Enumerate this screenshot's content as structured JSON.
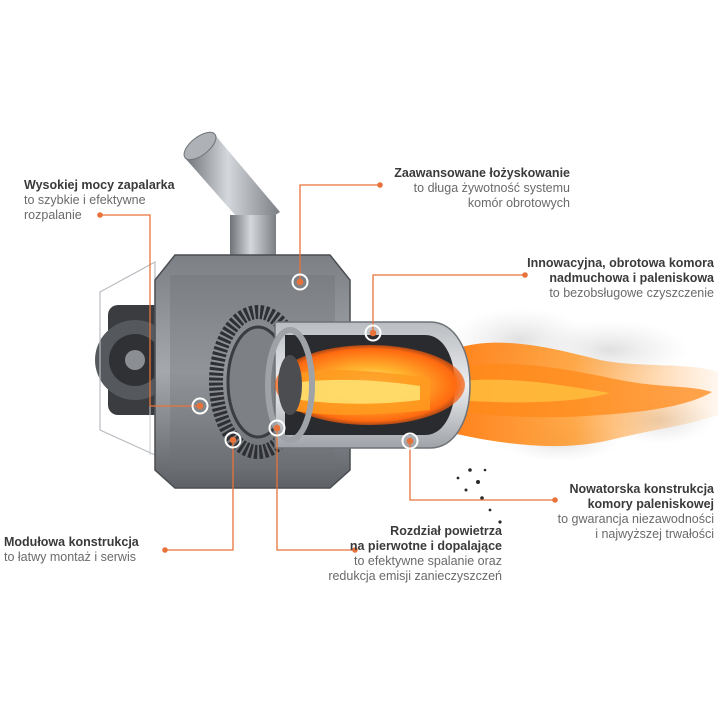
{
  "colors": {
    "accent": "#e8733a",
    "metal": "#8a8d92",
    "metal_dark": "#4a4d52",
    "flame": "#ff8a1a"
  },
  "callouts": [
    {
      "id": "ignition",
      "title_lines": [
        "Wysokiej mocy zapalarka"
      ],
      "desc_lines": [
        "to szybkie i efektywne",
        "rozpalanie"
      ]
    },
    {
      "id": "bearings",
      "title_lines": [
        "Zaawansowane łożyskowanie"
      ],
      "desc_lines": [
        "to długa żywotność systemu",
        "komór obrotowych"
      ]
    },
    {
      "id": "rotating-chamber",
      "title_lines": [
        "Innowacyjna, obrotowa komora",
        "nadmuchowa i paleniskowa"
      ],
      "desc_lines": [
        "to bezobsługowe czyszczenie"
      ]
    },
    {
      "id": "combustion-chamber",
      "title_lines": [
        "Nowatorska konstrukcja",
        "komory paleniskowej"
      ],
      "desc_lines": [
        "to gwarancja niezawodności",
        "i najwyższej trwałości"
      ]
    },
    {
      "id": "air-distribution",
      "title_lines": [
        "Rozdział powietrza",
        "na pierwotne i dopalające"
      ],
      "desc_lines": [
        "to efektywne spalanie oraz",
        "redukcja emisji zanieczyszczeń"
      ]
    },
    {
      "id": "modular",
      "title_lines": [
        "Modułowa konstrukcja"
      ],
      "desc_lines": [
        "to łatwy montaż i serwis"
      ]
    }
  ]
}
